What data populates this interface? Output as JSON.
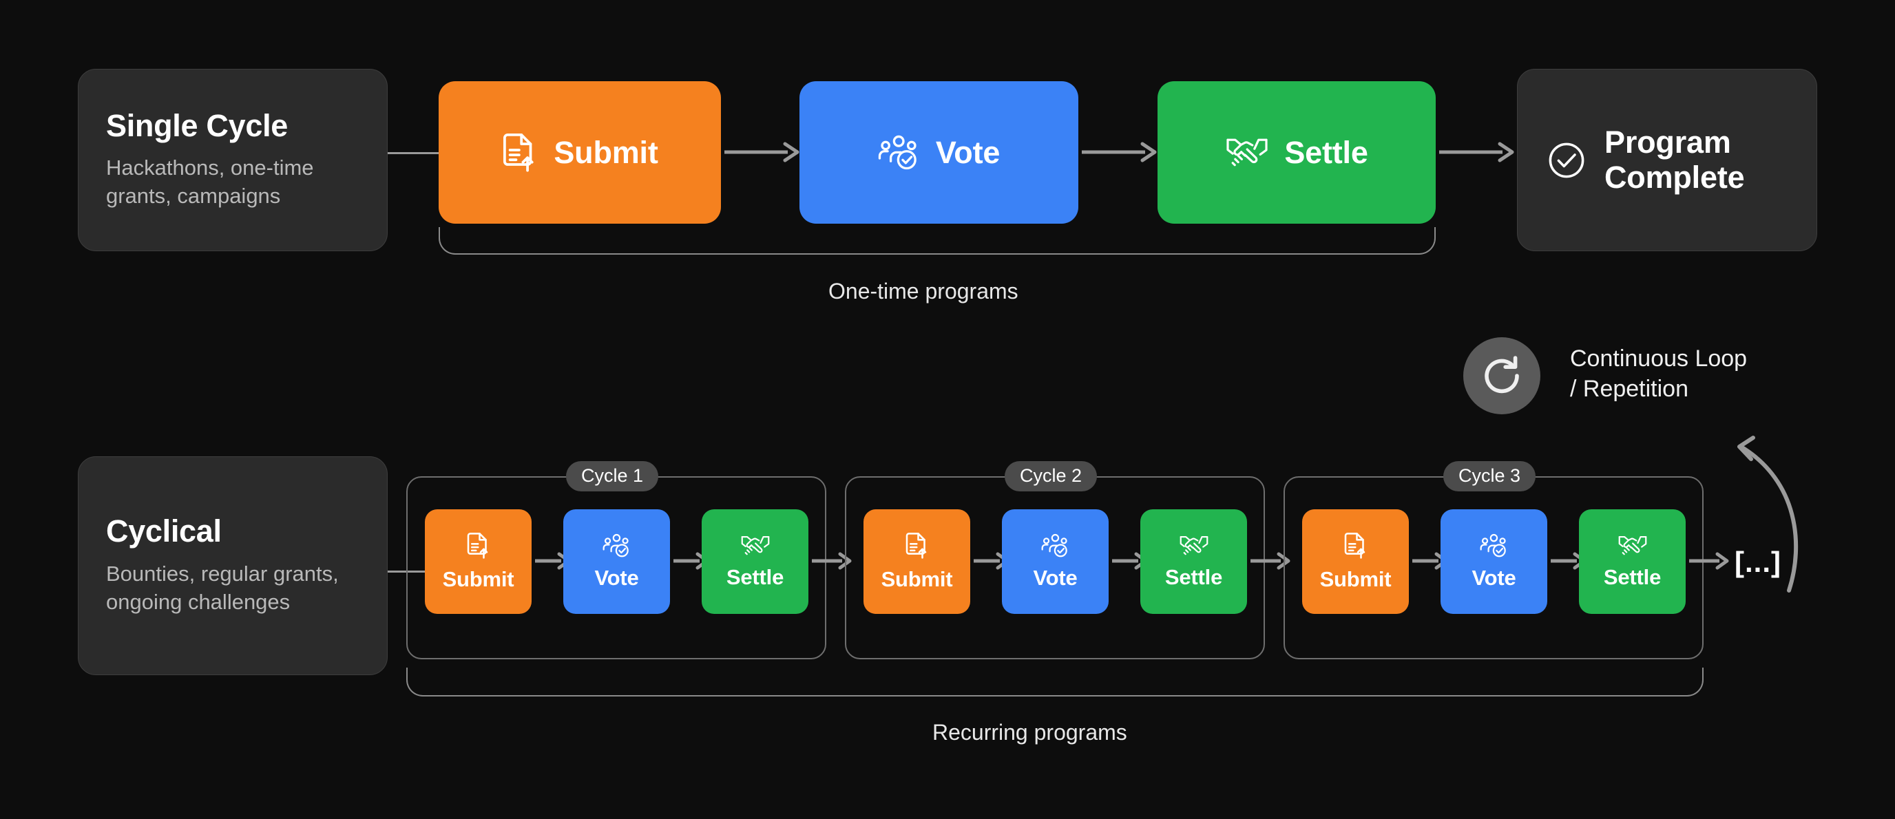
{
  "background_color": "#0d0d0d",
  "palette": {
    "submit": "#f5811f",
    "vote": "#3b82f6",
    "settle": "#22b44f",
    "card_bg": "#2b2b2b",
    "card_border": "#3d3d3d",
    "badge_bg": "#4b4b4b",
    "connector": "#9a9a9a",
    "bracket": "#8a8a8a",
    "text_primary": "#ffffff",
    "text_secondary": "#b9b9b9"
  },
  "row_single": {
    "card": {
      "title": "Single Cycle",
      "subtitle": "Hackathons, one-time grants, campaigns"
    },
    "steps": [
      {
        "label": "Submit",
        "icon": "document-upload-icon",
        "color": "#f5811f"
      },
      {
        "label": "Vote",
        "icon": "people-check-icon",
        "color": "#3b82f6"
      },
      {
        "label": "Settle",
        "icon": "handshake-icon",
        "color": "#22b44f"
      }
    ],
    "terminal": {
      "line1": "Program",
      "line2": "Complete",
      "icon": "check-circle-icon"
    },
    "bracket_label": "One-time programs"
  },
  "row_cyclical": {
    "card": {
      "title": "Cyclical",
      "subtitle": "Bounties, regular grants, ongoing challenges"
    },
    "cycles": [
      {
        "badge": "Cycle 1",
        "steps": [
          {
            "label": "Submit",
            "icon": "document-upload-icon",
            "color": "#f5811f"
          },
          {
            "label": "Vote",
            "icon": "people-check-icon",
            "color": "#3b82f6"
          },
          {
            "label": "Settle",
            "icon": "handshake-icon",
            "color": "#22b44f"
          }
        ]
      },
      {
        "badge": "Cycle 2",
        "steps": [
          {
            "label": "Submit",
            "icon": "document-upload-icon",
            "color": "#f5811f"
          },
          {
            "label": "Vote",
            "icon": "people-check-icon",
            "color": "#3b82f6"
          },
          {
            "label": "Settle",
            "icon": "handshake-icon",
            "color": "#22b44f"
          }
        ]
      },
      {
        "badge": "Cycle 3",
        "steps": [
          {
            "label": "Submit",
            "icon": "document-upload-icon",
            "color": "#f5811f"
          },
          {
            "label": "Vote",
            "icon": "people-check-icon",
            "color": "#3b82f6"
          },
          {
            "label": "Settle",
            "icon": "handshake-icon",
            "color": "#22b44f"
          }
        ]
      }
    ],
    "continuation": "[...]",
    "bracket_label": "Recurring programs",
    "loop": {
      "icon": "refresh-loop-icon",
      "line1": "Continuous Loop",
      "line2": "/ Repetition"
    }
  }
}
